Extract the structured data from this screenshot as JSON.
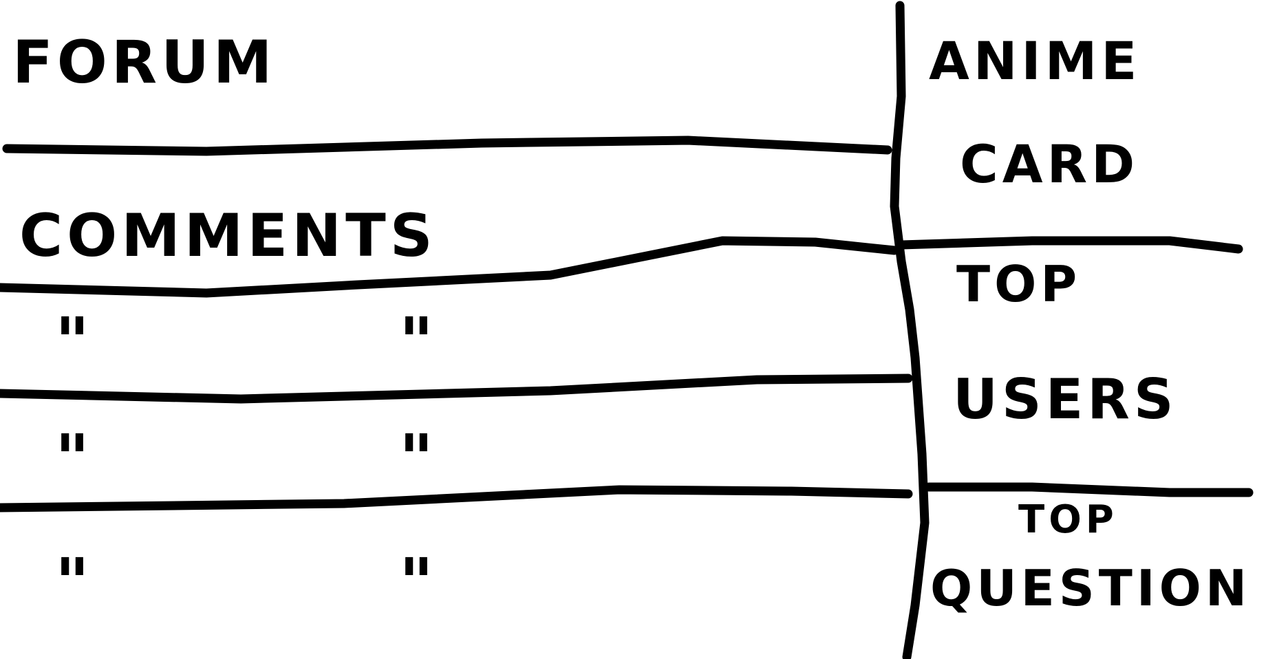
{
  "forum": {
    "title": "FORUM",
    "section_label": "COMMENTS",
    "comment_rows": [
      {
        "author": "\"",
        "text": "\""
      },
      {
        "author": "\"",
        "text": "\""
      },
      {
        "author": "\"",
        "text": "\""
      }
    ]
  },
  "sidebar": {
    "anime_card": {
      "line1": "ANIME",
      "line2": "CARD"
    },
    "top_users": {
      "line1": "TOP",
      "line2": "USERS"
    },
    "top_question": {
      "line1": "TOP",
      "line2": "QUESTION"
    }
  },
  "colors": {
    "ink": "#000000",
    "paper": "#ffffff"
  }
}
